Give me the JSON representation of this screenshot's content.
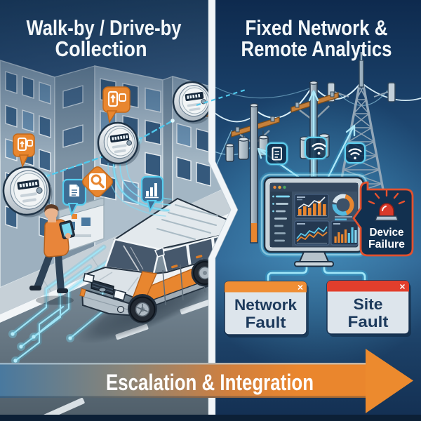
{
  "panels": {
    "left": {
      "title_line1": "Walk-by / Drive-by",
      "title_line2": "Collection"
    },
    "right": {
      "title_line1": "Fixed Network &",
      "title_line2": "Remote Analytics"
    }
  },
  "alert_card": {
    "line1": "Device",
    "line2": "Failure",
    "border_color": "#e2512e",
    "fill_color": "#12304f",
    "icon": "siren-icon"
  },
  "windows": [
    {
      "id": "network-fault",
      "line1": "Network",
      "line2": "Fault",
      "bar_color": "#ef8e35",
      "close_label": "✕"
    },
    {
      "id": "site-fault",
      "line1": "Site",
      "line2": "Fault",
      "bar_color": "#e23e2c",
      "close_label": "✕"
    }
  ],
  "banner": {
    "label": "Escalation & Integration",
    "start_color": "#49799f",
    "end_color": "#ea862d"
  },
  "colors": {
    "accent_orange": "#e8862f",
    "alert_red": "#d93a2b",
    "signal_cyan": "#5fd0f0",
    "deep_navy": "#12304f",
    "text_light": "#f4f8fa",
    "window_text": "#1d3a5c"
  },
  "icons": {
    "left_scene": [
      "smart-meter-icon",
      "mobile-reader-bubble-icon",
      "document-bubble-icon",
      "search-bubble-icon",
      "bar-chart-bubble-icon",
      "handheld-tablet-icon",
      "drive-by-van-icon"
    ],
    "right_scene": [
      "utility-pole-icon",
      "cell-tower-icon",
      "wifi-badge-icon",
      "document-badge-icon",
      "dashboard-monitor-icon",
      "siren-icon",
      "close-icon"
    ]
  }
}
